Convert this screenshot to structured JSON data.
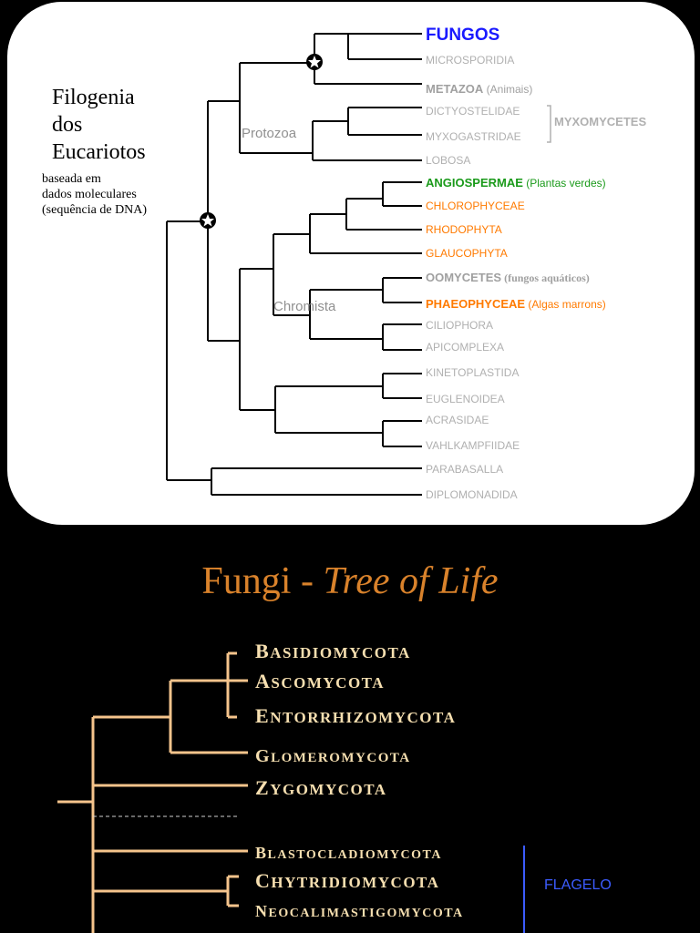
{
  "top": {
    "title_lines": [
      "Filogenia",
      "dos",
      "Eucariotos"
    ],
    "subtitle_lines": [
      "baseada em",
      "dados moleculares",
      "(sequência de DNA)"
    ],
    "clade_labels": {
      "protozoa": "Protozoa",
      "chromista": "Chromista"
    },
    "taxa": [
      {
        "name": "FUNGOS",
        "note": "",
        "color": "#1a1aff",
        "bold": true
      },
      {
        "name": "MICROSPORIDIA",
        "note": "",
        "color": "#b0b0b0",
        "bold": false
      },
      {
        "name": "METAZOA",
        "note": "(Animais)",
        "color": "#a0a0a0",
        "bold": true
      },
      {
        "name": "DICTYOSTELIDAE",
        "note": "",
        "color": "#b0b0b0",
        "bold": false
      },
      {
        "name": "MYXOGASTRIDAE",
        "note": "",
        "color": "#b0b0b0",
        "bold": false
      },
      {
        "name": "LOBOSA",
        "note": "",
        "color": "#b0b0b0",
        "bold": false
      },
      {
        "name": "ANGIOSPERMAE",
        "note": "(Plantas verdes)",
        "color": "#1a9a1a",
        "bold": true
      },
      {
        "name": "CHLOROPHYCEAE",
        "note": "",
        "color": "#ff7a00",
        "bold": false
      },
      {
        "name": "RHODOPHYTA",
        "note": "",
        "color": "#ff7a00",
        "bold": false
      },
      {
        "name": "GLAUCOPHYTA",
        "note": "",
        "color": "#ff7a00",
        "bold": false
      },
      {
        "name": "OOMYCETES",
        "note": "(fungos aquáticos)",
        "color": "#a0a0a0",
        "bold": true
      },
      {
        "name": "PHAEOPHYCEAE",
        "note": "(Algas marrons)",
        "color": "#ff7a00",
        "bold": true
      },
      {
        "name": "CILIOPHORA",
        "note": "",
        "color": "#b0b0b0",
        "bold": false
      },
      {
        "name": "APICOMPLEXA",
        "note": "",
        "color": "#b0b0b0",
        "bold": false
      },
      {
        "name": "KINETOPLASTIDA",
        "note": "",
        "color": "#b0b0b0",
        "bold": false
      },
      {
        "name": "EUGLENOIDEA",
        "note": "",
        "color": "#b0b0b0",
        "bold": false
      },
      {
        "name": "ACRASIDAE",
        "note": "",
        "color": "#b0b0b0",
        "bold": false
      },
      {
        "name": "VAHLKAMPFIIDAE",
        "note": "",
        "color": "#b0b0b0",
        "bold": false
      },
      {
        "name": "PARABASALLA",
        "note": "",
        "color": "#b0b0b0",
        "bold": false
      },
      {
        "name": "DIPLOMONADIDA",
        "note": "",
        "color": "#b0b0b0",
        "bold": false
      }
    ],
    "bracket_label": "MYXOMYCETES"
  },
  "bottom": {
    "title_plain": "Fungi - ",
    "title_italic": "Tree of Life",
    "phyla": [
      "Basidiomycota",
      "Ascomycota",
      "Entorrhizomycota",
      "Glomeromycota",
      "Zygomycota",
      "Blastocladiomycota",
      "Chytridiomycota",
      "Neocalimastigomycota"
    ],
    "flagellum_label": "FLAGELO",
    "colors": {
      "tree": "#f5c48c",
      "text": "#f6dfb0",
      "title": "#d9822b",
      "flag": "#3c5cff"
    }
  }
}
